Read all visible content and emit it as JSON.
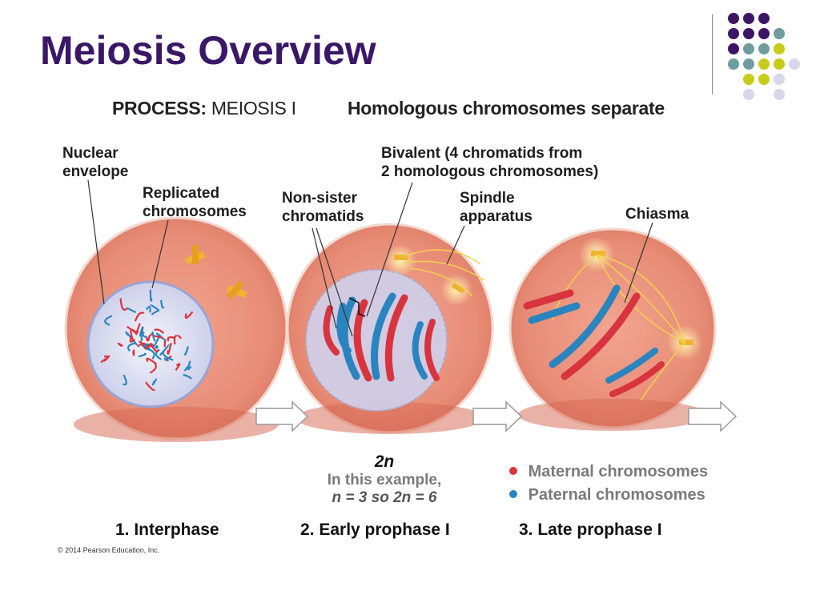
{
  "slide": {
    "title": "Meiosis Overview"
  },
  "header": {
    "process_label": "PROCESS:",
    "process_value": "MEIOSIS I",
    "subtitle": "Homologous chromosomes separate"
  },
  "callouts": {
    "nuclear_envelope": [
      "Nuclear",
      "envelope"
    ],
    "replicated_chromosomes": [
      "Replicated",
      "chromosomes"
    ],
    "non_sister_chromatids": [
      "Non-sister",
      "chromatids"
    ],
    "bivalent": [
      "Bivalent (4 chromatids from",
      "2 homologous chromosomes)"
    ],
    "spindle_apparatus": [
      "Spindle",
      "apparatus"
    ],
    "chiasma": "Chiasma"
  },
  "example": {
    "ploidy": "2n",
    "line1": "In this example,",
    "line2": "n = 3 so 2n = 6"
  },
  "legend": {
    "maternal": {
      "label": "Maternal chromosomes",
      "color": "#d8343f"
    },
    "paternal": {
      "label": "Paternal chromosomes",
      "color": "#2a84c0"
    }
  },
  "stages": [
    "1. Interphase",
    "2. Early prophase I",
    "3. Late prophase I"
  ],
  "copyright": "© 2014 Pearson Education, Inc.",
  "colors": {
    "title": "#3a1767",
    "dot_purple": "#3d1566",
    "dot_teal": "#6f9c9e",
    "dot_yellow": "#c7cc1b",
    "dot_lavender": "#d7d6ea",
    "cell": "#e8907a",
    "nucleus": "#dfe2f2"
  }
}
